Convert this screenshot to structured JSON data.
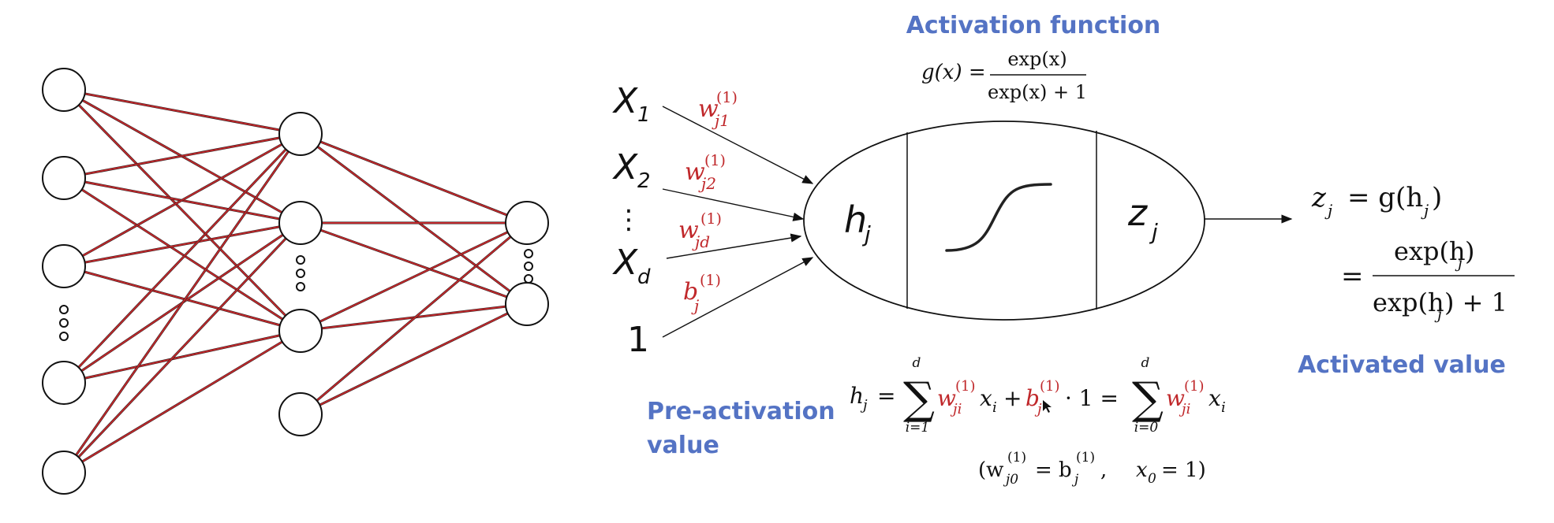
{
  "labels": {
    "activation_function": "Activation function",
    "pre_activation_line1": "Pre-activation",
    "pre_activation_line2": "value",
    "activated_value": "Activated value"
  },
  "inputs": [
    {
      "var": "X",
      "sub": "1",
      "weight": "w",
      "weight_sub": "j1",
      "weight_sup": "(1)"
    },
    {
      "var": "X",
      "sub": "2",
      "weight": "w",
      "weight_sub": "j2",
      "weight_sup": "(1)"
    },
    {
      "var": "X",
      "sub": "d",
      "weight": "w",
      "weight_sub": "jd",
      "weight_sup": "(1)"
    },
    {
      "var": "1",
      "sub": "",
      "weight": "b",
      "weight_sub": "j",
      "weight_sup": "(1)"
    }
  ],
  "ellipsis_vertical": "⋮",
  "neuron": {
    "pre": "h",
    "pre_sub": "j",
    "post": "z",
    "post_sub": "j"
  },
  "formulas": {
    "activation": {
      "lhs": "g(x) =",
      "num": "exp(x)",
      "den": "exp(x) + 1"
    },
    "output": {
      "line1_lhs": "z",
      "line1_sub": "j",
      "line1_rhs": "= g(h",
      "line1_rhs_sub": "j",
      "line1_close": ")",
      "eq": "=",
      "num": "exp(h",
      "num_sub": "j",
      "num_close": ")",
      "den": "exp(h",
      "den_sub": "j",
      "den_close": ") + 1"
    },
    "preact": {
      "lhs": "h",
      "lhs_sub": "j",
      "eq": "=",
      "sum_top": "d",
      "sum_bottom_1": "i=1",
      "sum_bottom_0": "i=0",
      "w": "w",
      "w_sub": "ji",
      "w_sup": "(1)",
      "x": "x",
      "x_sub": "i",
      "plus": "+",
      "b": "b",
      "b_sub": "j",
      "b_sup": "(1)",
      "times_one": "· 1 ="
    },
    "note": {
      "open": "(w",
      "w_sub": "j0",
      "w_sup": "(1)",
      "eq1": "= b",
      "b_sub": "j",
      "b_sup": "(1)",
      "comma": ",",
      "x": "x",
      "x_sub": "0",
      "eq2": "= 1)"
    }
  },
  "network": {
    "layers": [
      5,
      4,
      2
    ],
    "ellipsis_dots": "ooo"
  },
  "colors": {
    "edge_red": "#c0282b",
    "edge_dark": "#1a1a1a",
    "blue_label": "#5473c4",
    "weight_red": "#c0282b"
  }
}
